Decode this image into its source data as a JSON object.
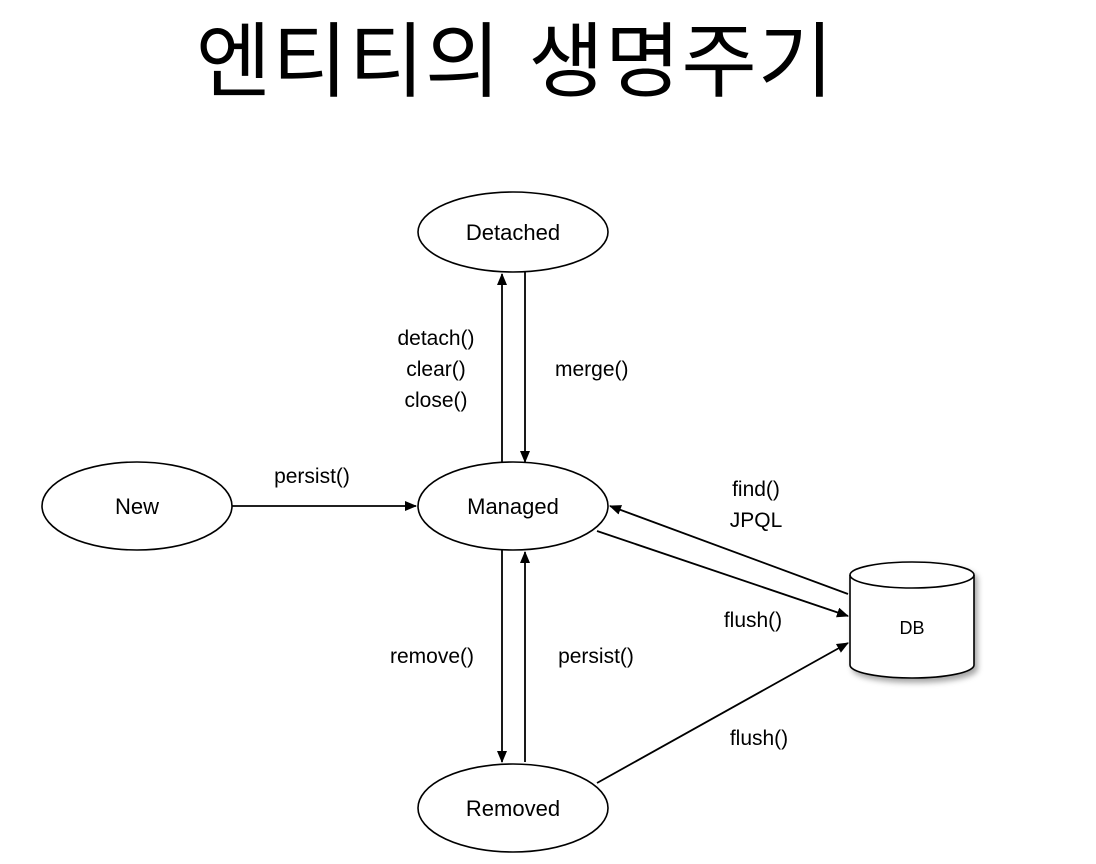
{
  "title": "엔티티의 생명주기",
  "nodes": {
    "detached": "Detached",
    "new": "New",
    "managed": "Managed",
    "removed": "Removed",
    "db": "DB"
  },
  "edges": {
    "detach_labels": [
      "detach()",
      "clear()",
      "close()"
    ],
    "merge": "merge()",
    "new_persist": "persist()",
    "find": "find()",
    "jpql": "JPQL",
    "managed_flush": "flush()",
    "remove": "remove()",
    "removed_persist": "persist()",
    "removed_flush": "flush()"
  }
}
